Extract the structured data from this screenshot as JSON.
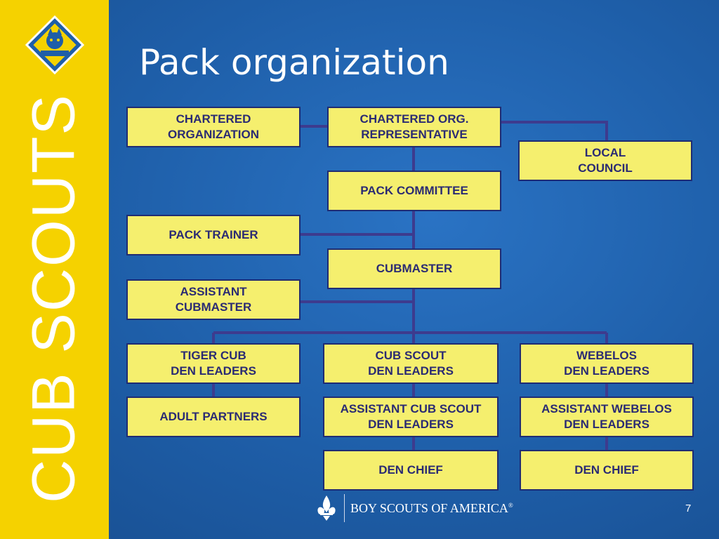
{
  "sidebar": {
    "brand_text": "CUB SCOUTS",
    "logo_icon": "cub-scouts-diamond-emblem"
  },
  "slide": {
    "title": "Pack organization",
    "page_number": "7"
  },
  "chart": {
    "boxes": {
      "chartered_organization": "CHARTERED\nORGANIZATION",
      "chartered_org_representative": "CHARTERED ORG.\nREPRESENTATIVE",
      "local_council": "LOCAL\nCOUNCIL",
      "pack_committee": "PACK COMMITTEE",
      "pack_trainer": "PACK TRAINER",
      "cubmaster": "CUBMASTER",
      "assistant_cubmaster": "ASSISTANT\nCUBMASTER",
      "tiger_cub_den_leaders": "TIGER CUB\nDEN LEADERS",
      "cub_scout_den_leaders": "CUB SCOUT\nDEN LEADERS",
      "webelos_den_leaders": "WEBELOS\nDEN LEADERS",
      "adult_partners": "ADULT PARTNERS",
      "assistant_cub_scout_den_leaders": "ASSISTANT CUB SCOUT\nDEN LEADERS",
      "assistant_webelos_den_leaders": "ASSISTANT WEBELOS\nDEN LEADERS",
      "den_chief_cub_scout": "DEN CHIEF",
      "den_chief_webelos": "DEN CHIEF"
    },
    "colors": {
      "box_fill": "#f5ef6e",
      "box_text": "#2b2b73",
      "connector": "#3d3b8e",
      "sidebar": "#f5d200",
      "background": "#1e5ea8"
    }
  },
  "footer": {
    "org_name": "BOY SCOUTS OF AMERICA",
    "registered_mark": "®",
    "fleur_icon": "bsa-fleur-de-lis"
  }
}
